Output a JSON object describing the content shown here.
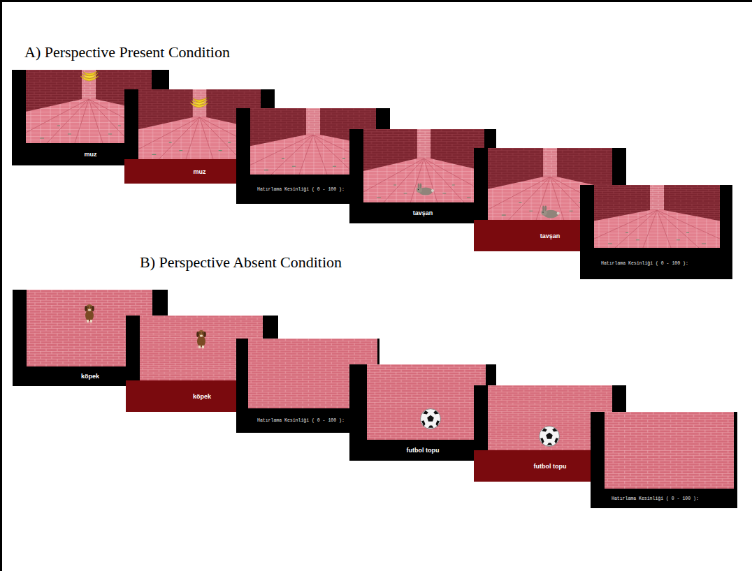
{
  "diagram": {
    "nodes": [
      {
        "text": [
          "muz"
        ]
      },
      {
        "text": [
          "muz"
        ]
      },
      {
        "text": [
          "Hatırlama Kesinliği ( 0 - 100 ):"
        ]
      },
      {
        "text": [
          "tavşan"
        ]
      },
      {
        "text": [
          "tavşan"
        ]
      },
      {
        "text": [
          "Hatırlama Kesinliği ( 0 - 100 ):"
        ]
      },
      {
        "text": [
          "köpek"
        ]
      },
      {
        "text": [
          "köpek"
        ]
      },
      {
        "text": [
          "Hatırlama Kesinliği ( 0 - 100 ):"
        ]
      },
      {
        "text": [
          "futbol topu"
        ]
      },
      {
        "text": [
          "futbol topu"
        ]
      },
      {
        "text": [
          "Hatırlama Kesinliği ( 0 - 100 ):"
        ]
      }
    ],
    "labels": [
      "A) Perspective Present Condition",
      "B) Perspective Absent Condition"
    ]
  }
}
